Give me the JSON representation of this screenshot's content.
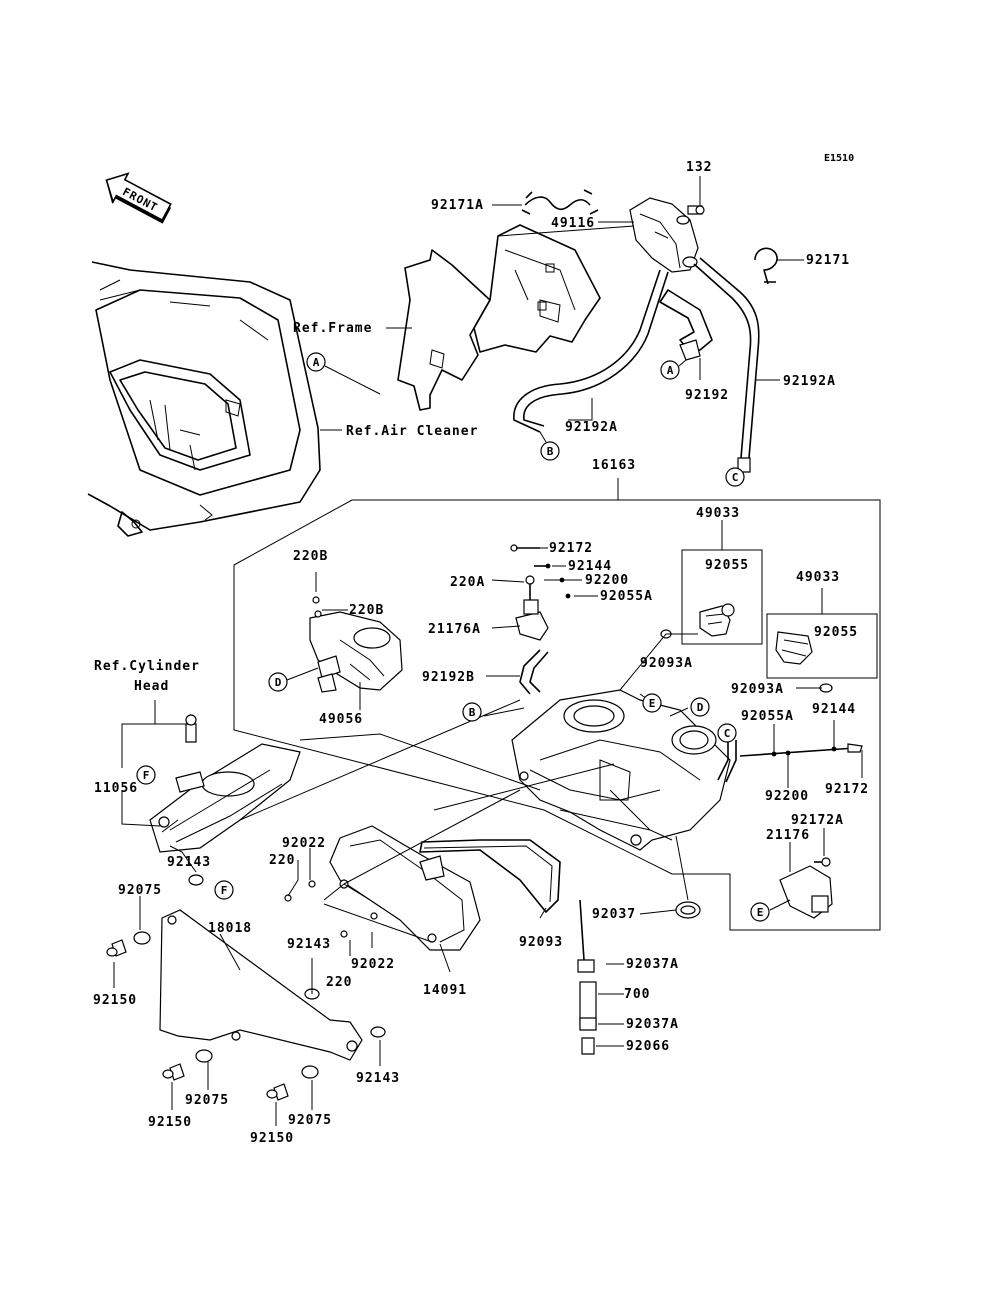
{
  "diagram_code": "E1510",
  "front_arrow_text": "FRONT",
  "references": {
    "frame": "Ref.Frame",
    "air_cleaner": "Ref.Air Cleaner",
    "cylinder_head_1": "Ref.Cylinder",
    "cylinder_head_2": "Head"
  },
  "part_numbers": {
    "p132": "132",
    "p92171A": "92171A",
    "p49116": "49116",
    "p92171": "92171",
    "p92192": "92192",
    "p92192A_left": "92192A",
    "p92192A_right": "92192A",
    "p16163": "16163",
    "p49033_a": "49033",
    "p92055_a": "92055",
    "p49033_b": "49033",
    "p92055_b": "92055",
    "p92093A_a": "92093A",
    "p92093A_b": "92093A",
    "p92172_top": "92172",
    "p92144_top": "92144",
    "p220A": "220A",
    "p92200_top": "92200",
    "p92055A_top": "92055A",
    "p21176A": "21176A",
    "p220B_top": "220B",
    "p220B_mid": "220B",
    "p49056": "49056",
    "p92192B": "92192B",
    "p92055A_right": "92055A",
    "p92144_right": "92144",
    "p92200_right": "92200",
    "p92172_right": "92172",
    "p92172A": "92172A",
    "p21176": "21176",
    "p11056": "11056",
    "p92143_top": "92143",
    "p92075_top": "92075",
    "p18018": "18018",
    "p92150_left": "92150",
    "p92022_top": "92022",
    "p220_top": "220",
    "p92143_mid": "92143",
    "p220_bottom": "220",
    "p92022_bottom": "92022",
    "p14091": "14091",
    "p92093": "92093",
    "p92037": "92037",
    "p92037A_top": "92037A",
    "p700": "700",
    "p92037A_bottom": "92037A",
    "p92066": "92066",
    "p92143_bottom": "92143",
    "p92075_bottom_left": "92075",
    "p92150_bottom_left": "92150",
    "p92075_bottom_right": "92075",
    "p92150_bottom_right": "92150"
  },
  "connectors": {
    "A_top": "A",
    "A_right": "A",
    "B_top": "B",
    "B_mid": "B",
    "C_top": "C",
    "C_mid": "C",
    "D_left": "D",
    "D_right": "D",
    "E_mid": "E",
    "E_bottom": "E",
    "F_left": "F",
    "F_bottom": "F"
  }
}
